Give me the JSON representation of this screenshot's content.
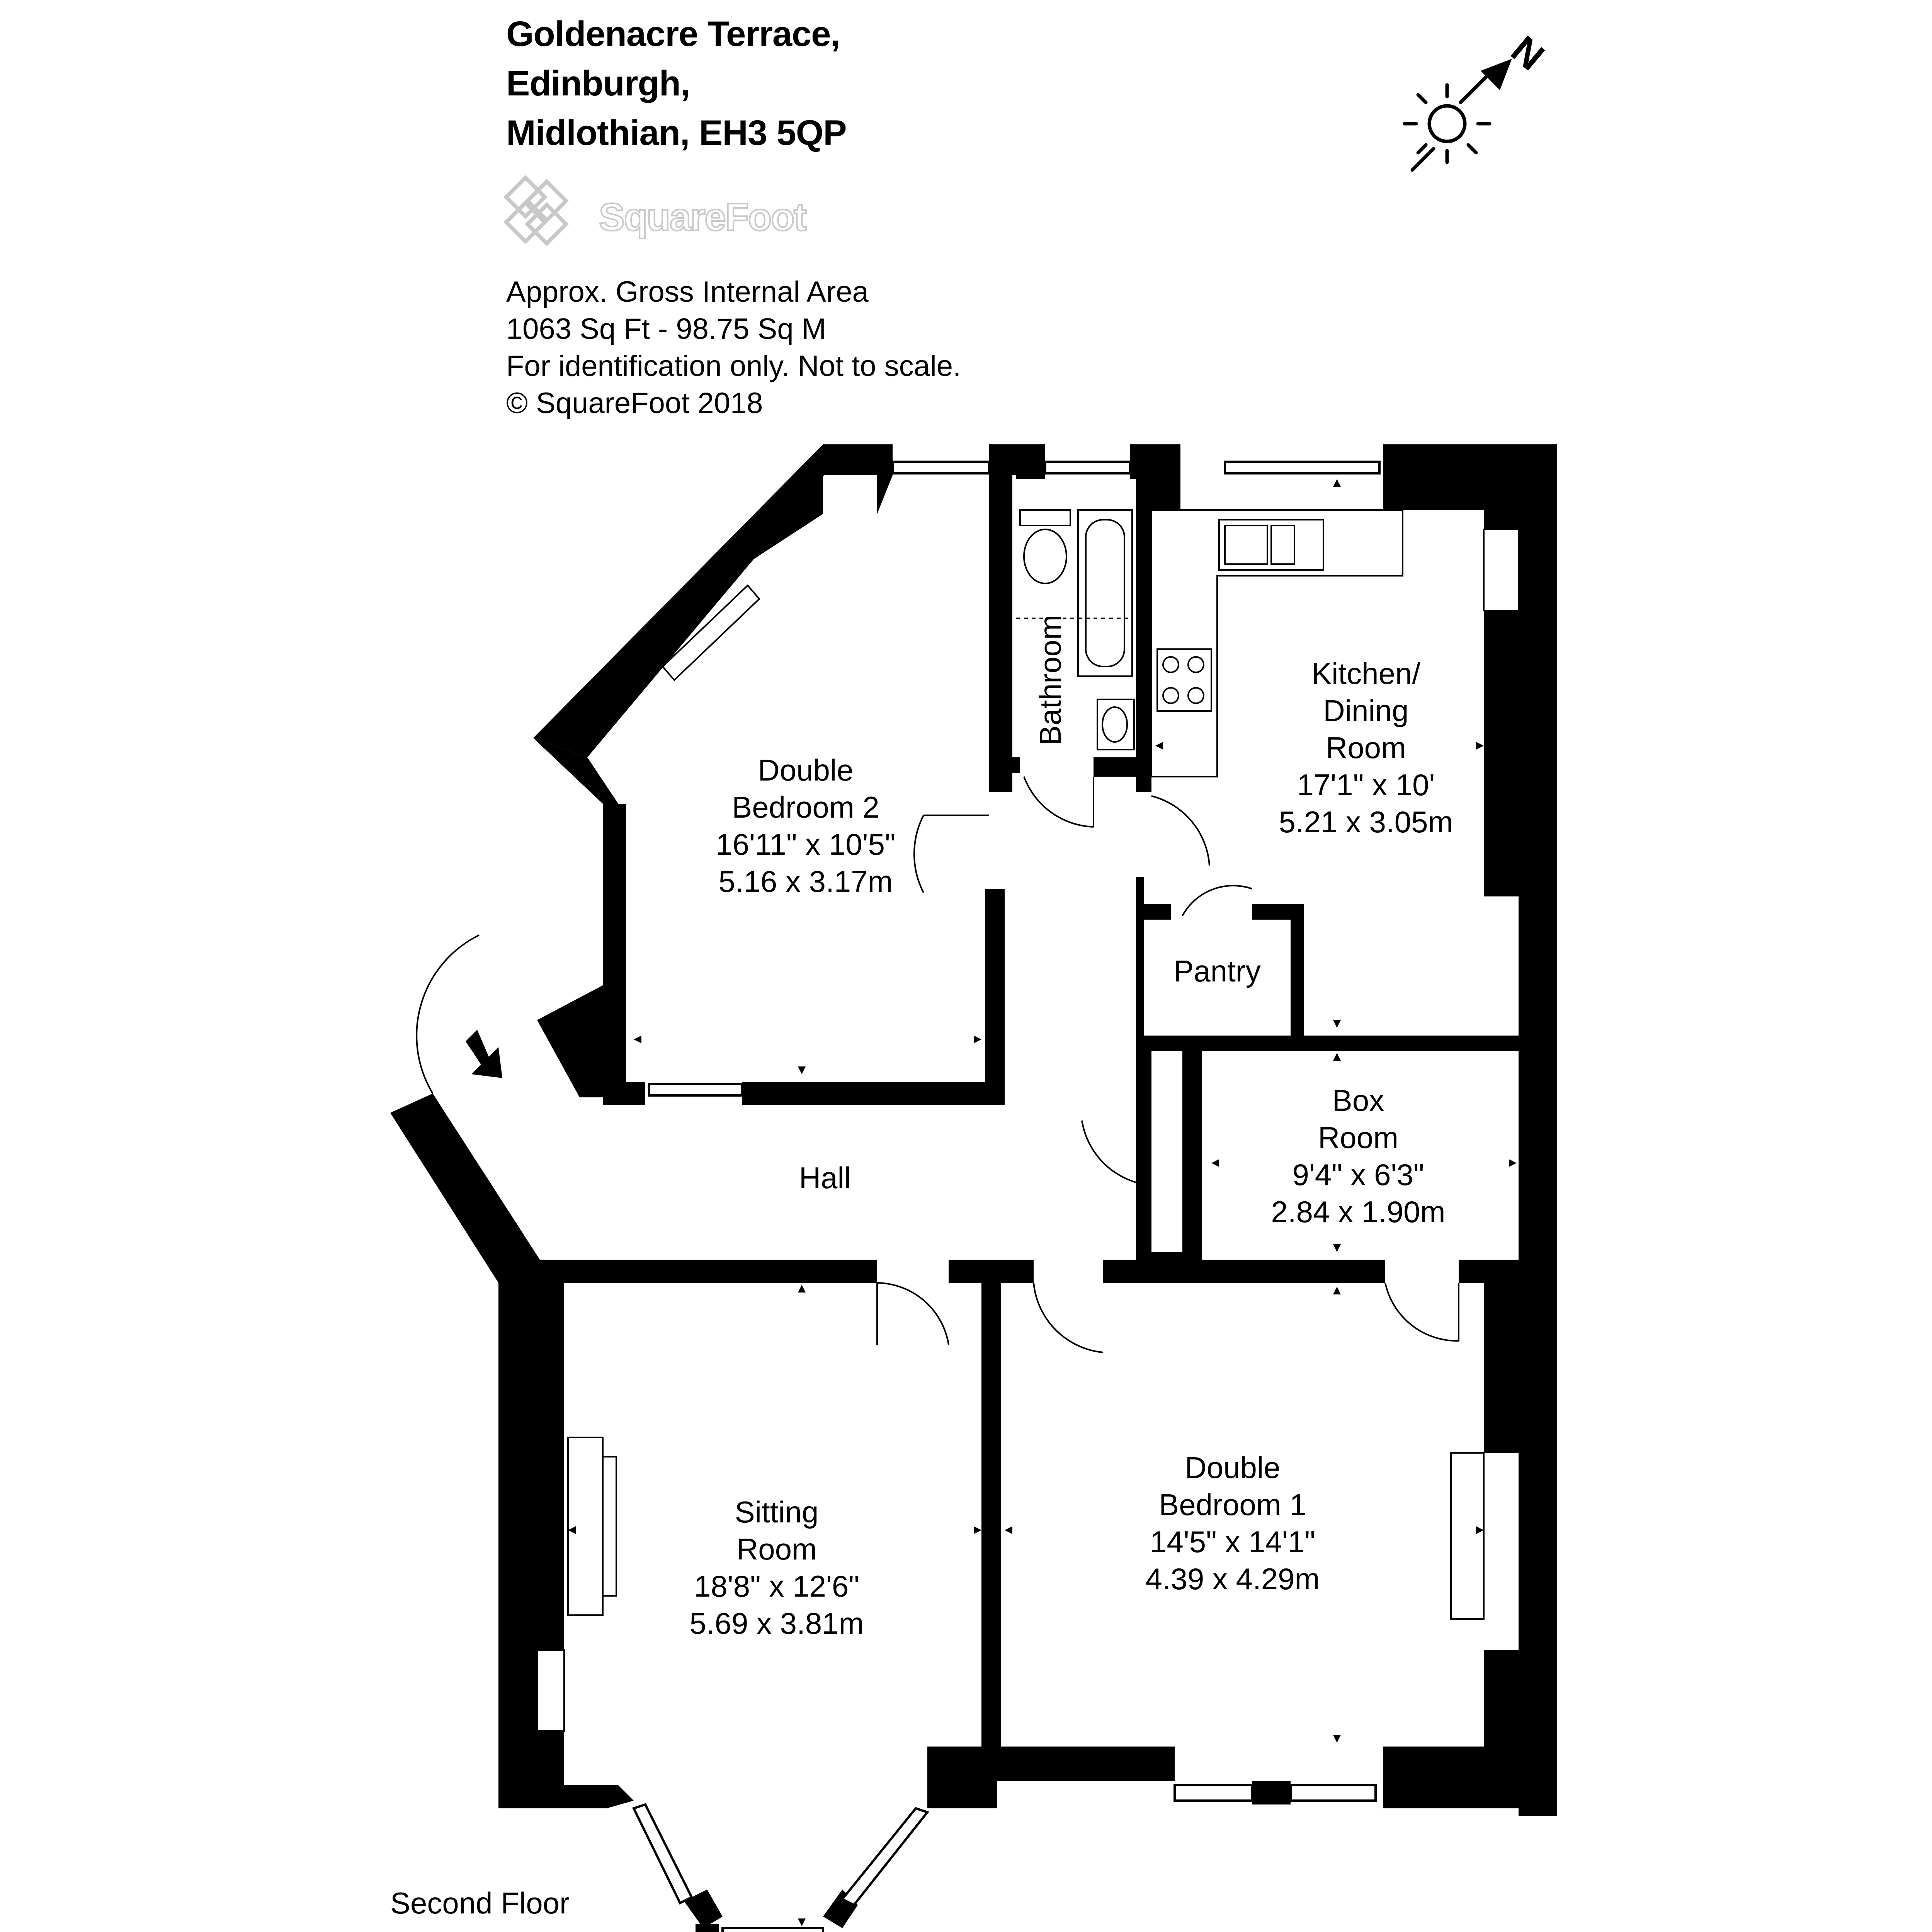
{
  "address": {
    "line1": "Goldenacre Terrace,",
    "line2": "Edinburgh,",
    "line3": "Midlothian, EH3 5QP"
  },
  "brand": {
    "name": "SquareFoot"
  },
  "area_info": {
    "line1": "Approx. Gross Internal Area",
    "line2": "1063 Sq Ft  -  98.75 Sq M",
    "line3": "For identification only. Not to scale.",
    "line4": "© SquareFoot 2018"
  },
  "compass": {
    "north_label": "N",
    "icon": "sun-north-compass-icon"
  },
  "floor_label": "Second Floor",
  "rooms": {
    "bedroom2": {
      "name1": "Double",
      "name2": "Bedroom 2",
      "imperial": "16'11\" x 10'5\"",
      "metric": "5.16 x 3.17m"
    },
    "bathroom": {
      "name": "Bathroom"
    },
    "kitchen": {
      "name1": "Kitchen/",
      "name2": "Dining",
      "name3": "Room",
      "imperial": "17'1\" x 10'",
      "metric": "5.21 x 3.05m"
    },
    "pantry": {
      "name": "Pantry"
    },
    "boxroom": {
      "name1": "Box",
      "name2": "Room",
      "imperial": "9'4\" x 6'3\"",
      "metric": "2.84 x 1.90m"
    },
    "hall": {
      "name": "Hall"
    },
    "sitting": {
      "name1": "Sitting",
      "name2": "Room",
      "imperial": "18'8\" x 12'6\"",
      "metric": "5.69 x 3.81m"
    },
    "bedroom1": {
      "name1": "Double",
      "name2": "Bedroom 1",
      "imperial": "14'5\" x 14'1\"",
      "metric": "4.39 x 4.29m"
    }
  }
}
